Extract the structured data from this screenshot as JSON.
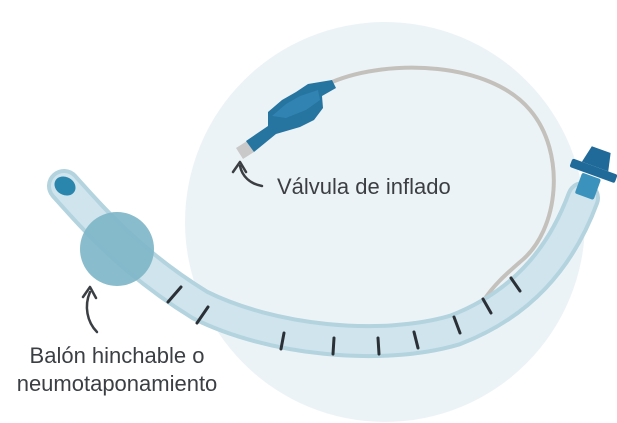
{
  "labels": {
    "valve": "Válvula de inflado",
    "cuff_line1": "Balón hinchable o",
    "cuff_line2": "neumotaponamiento"
  },
  "colors": {
    "background_disc": "#ecf3f6",
    "tube_outline": "#b3d3df",
    "tube_fill": "#cfe4ec",
    "depth_marks": "#2b2f36",
    "cuff_balloon": "#7fb6c8",
    "tip_hole": "#2b86ad",
    "valve_body": "#2674a0",
    "valve_tip": "#c9c9c9",
    "pilot_line": "#c4c1bd",
    "connector": "#1f6a99",
    "label_text": "#3b3f44"
  },
  "icons": {
    "valve_pointer": "curved-arrow-icon",
    "cuff_pointer": "curved-arrow-icon"
  }
}
